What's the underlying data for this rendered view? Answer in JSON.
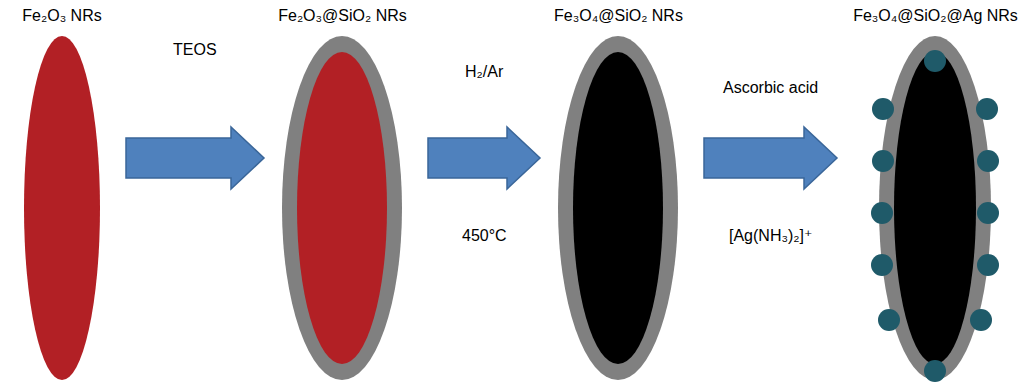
{
  "diagram": {
    "nodes": [
      {
        "text": [
          "Fe₂O₃ NRs"
        ]
      },
      {
        "text": [
          "Fe₂O₃@SiO₂ NRs"
        ]
      },
      {
        "text": [
          "Fe₃O₄@SiO₂ NRs"
        ]
      },
      {
        "text": [
          "Fe₃O₄@SiO₂@Ag NRs"
        ]
      }
    ],
    "edges": [
      {
        "from": 0,
        "to": 1,
        "arrow": "to",
        "label": "TEOS"
      },
      {
        "from": 1,
        "to": 2,
        "arrow": "to",
        "label": "H₂/Ar"
      },
      {
        "from": 2,
        "to": 3,
        "arrow": "to",
        "label": "Ascorbic acid"
      }
    ],
    "labels": [
      "450°C",
      "[Ag(NH₃)₂]⁺"
    ]
  }
}
